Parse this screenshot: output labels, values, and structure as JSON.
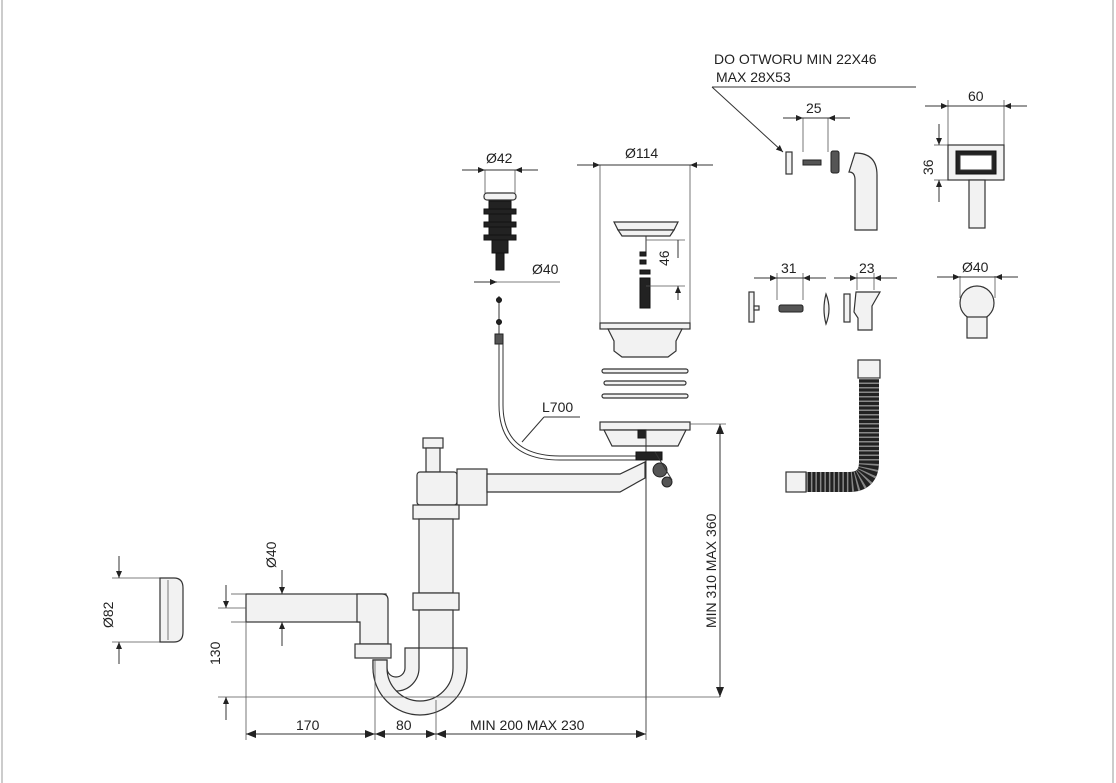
{
  "labels": {
    "overflow_note_line1": "DO OTWORU MIN 22X46",
    "overflow_note_line2": "MAX 28X53",
    "dim_25": "25",
    "dim_60": "60",
    "dim_36": "36",
    "dim_d42": "Ø42",
    "dim_d114": "Ø114",
    "dim_d40_plug": "Ø40",
    "dim_46": "46",
    "dim_31": "31",
    "dim_23": "23",
    "dim_d40_round": "Ø40",
    "dim_l700": "L700",
    "dim_d40_pipe": "Ø40",
    "dim_d82": "Ø82",
    "dim_130": "130",
    "dim_height": "MIN 310 MAX 360",
    "dim_170": "170",
    "dim_80": "80",
    "dim_length": "MIN 200 MAX 230"
  }
}
